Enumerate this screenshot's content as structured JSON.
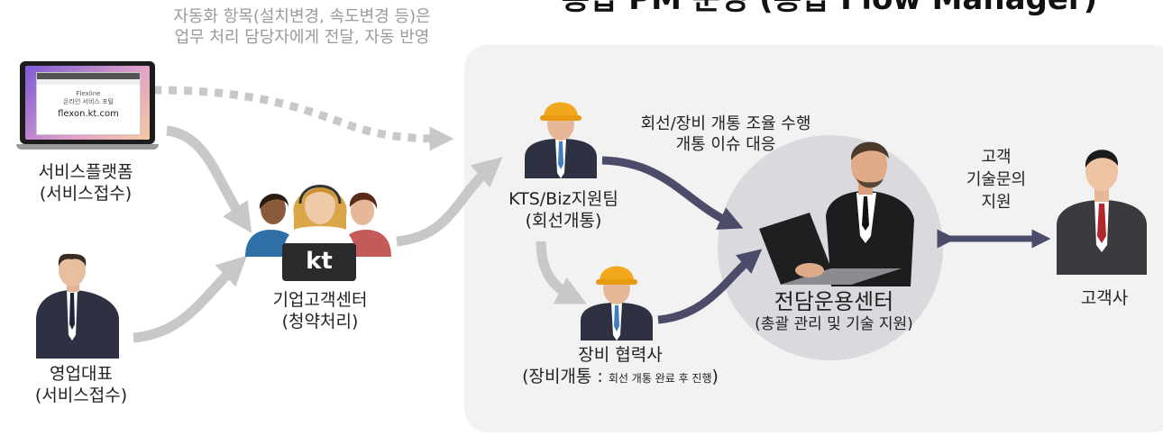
{
  "title": "통합 PM 운영 (통합 Flow Manager)",
  "automation_note": {
    "line1": "자동화 항목(설치변경, 속도변경 등)은",
    "line2": "업무 처리 담당자에게 전달, 자동 반영"
  },
  "laptop": {
    "brand": "Flexline",
    "portal": "온라인 서비스 포털",
    "url": "flexon.kt.com"
  },
  "nodes": {
    "platform": {
      "line1": "서비스플랫폼",
      "line2": "(서비스접수)"
    },
    "sales": {
      "line1": "영업대표",
      "line2": "(서비스접수)"
    },
    "center": {
      "line1": "기업고객센터",
      "line2": "(청약처리)",
      "badge": "kt"
    },
    "kts": {
      "line1": "KTS/Biz지원팀",
      "line2": "(회선개통)"
    },
    "partner": {
      "line1": "장비 협력사",
      "line2_main": "(장비개통 : ",
      "line2_small": "회선 개통 완료 후 진행",
      "line2_end": ")"
    },
    "ops": {
      "line1": "전담운용센터",
      "line2": "(총괄 관리 및 기술 지원)"
    },
    "customer": {
      "label": "고객사"
    }
  },
  "notes": {
    "coordination": {
      "line1": "회선/장비 개통 조율 수행",
      "line2": "개통 이슈 대응"
    },
    "tech_support": {
      "line1": "고객",
      "line2": "기술문의",
      "line3": "지원"
    }
  },
  "colors": {
    "grey_arrow": "#c8c8c8",
    "navy_arrow": "#4a4c6a",
    "panel": "#f2f2f3",
    "circle": "#d9d9de",
    "helmet": "#f2a81d"
  }
}
